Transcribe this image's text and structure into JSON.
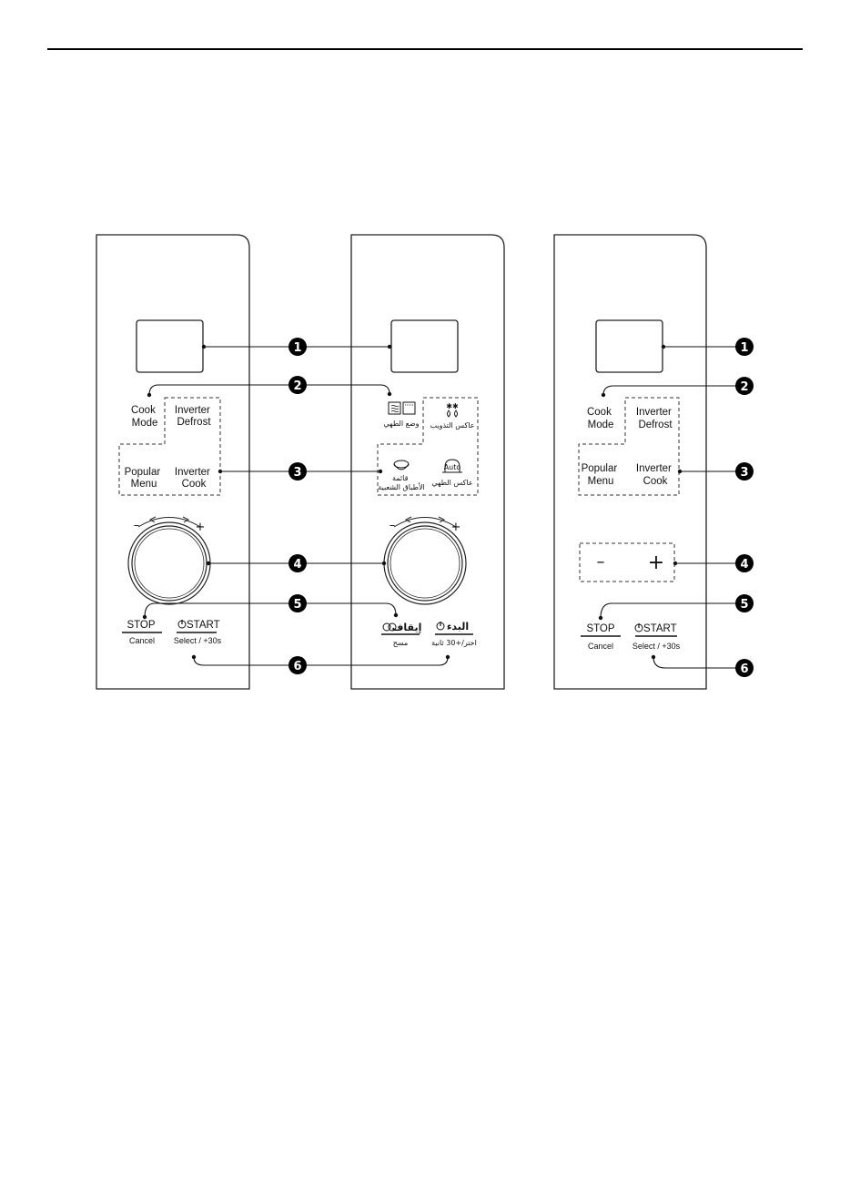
{
  "panel_left": {
    "cook_mode": [
      "Cook",
      "Mode"
    ],
    "inverter_defrost": [
      "Inverter",
      "Defrost"
    ],
    "popular_menu": [
      "Popular",
      "Menu"
    ],
    "inverter_cook": [
      "Inverter",
      "Cook"
    ],
    "dial_minus": "–",
    "dial_plus": "+",
    "stop": "STOP",
    "cancel": "Cancel",
    "start": "START",
    "select": "Select / +30s"
  },
  "panel_middle": {
    "cook_mode_ar": "وضع الطهي",
    "defrost_ar": "عاكس التذويب",
    "popular_menu_ar": [
      "قائمة",
      "الأطباق الشعبية"
    ],
    "inverter_cook_ar": "عاكس الطهي",
    "auto_label": "Auto",
    "dial_minus": "–",
    "dial_plus": "+",
    "stop_ar": "إيقاف",
    "cancel_ar": "مسح",
    "start_ar": "البدء",
    "select_ar": "اختر/+30 ثانية"
  },
  "panel_right": {
    "cook_mode": [
      "Cook",
      "Mode"
    ],
    "inverter_defrost": [
      "Inverter",
      "Defrost"
    ],
    "popular_menu": [
      "Popular",
      "Menu"
    ],
    "inverter_cook": [
      "Inverter",
      "Cook"
    ],
    "minus": "–",
    "plus": "+",
    "stop": "STOP",
    "cancel": "Cancel",
    "start": "START",
    "select": "Select / +30s"
  },
  "callouts": [
    "1",
    "2",
    "3",
    "4",
    "5",
    "6"
  ]
}
